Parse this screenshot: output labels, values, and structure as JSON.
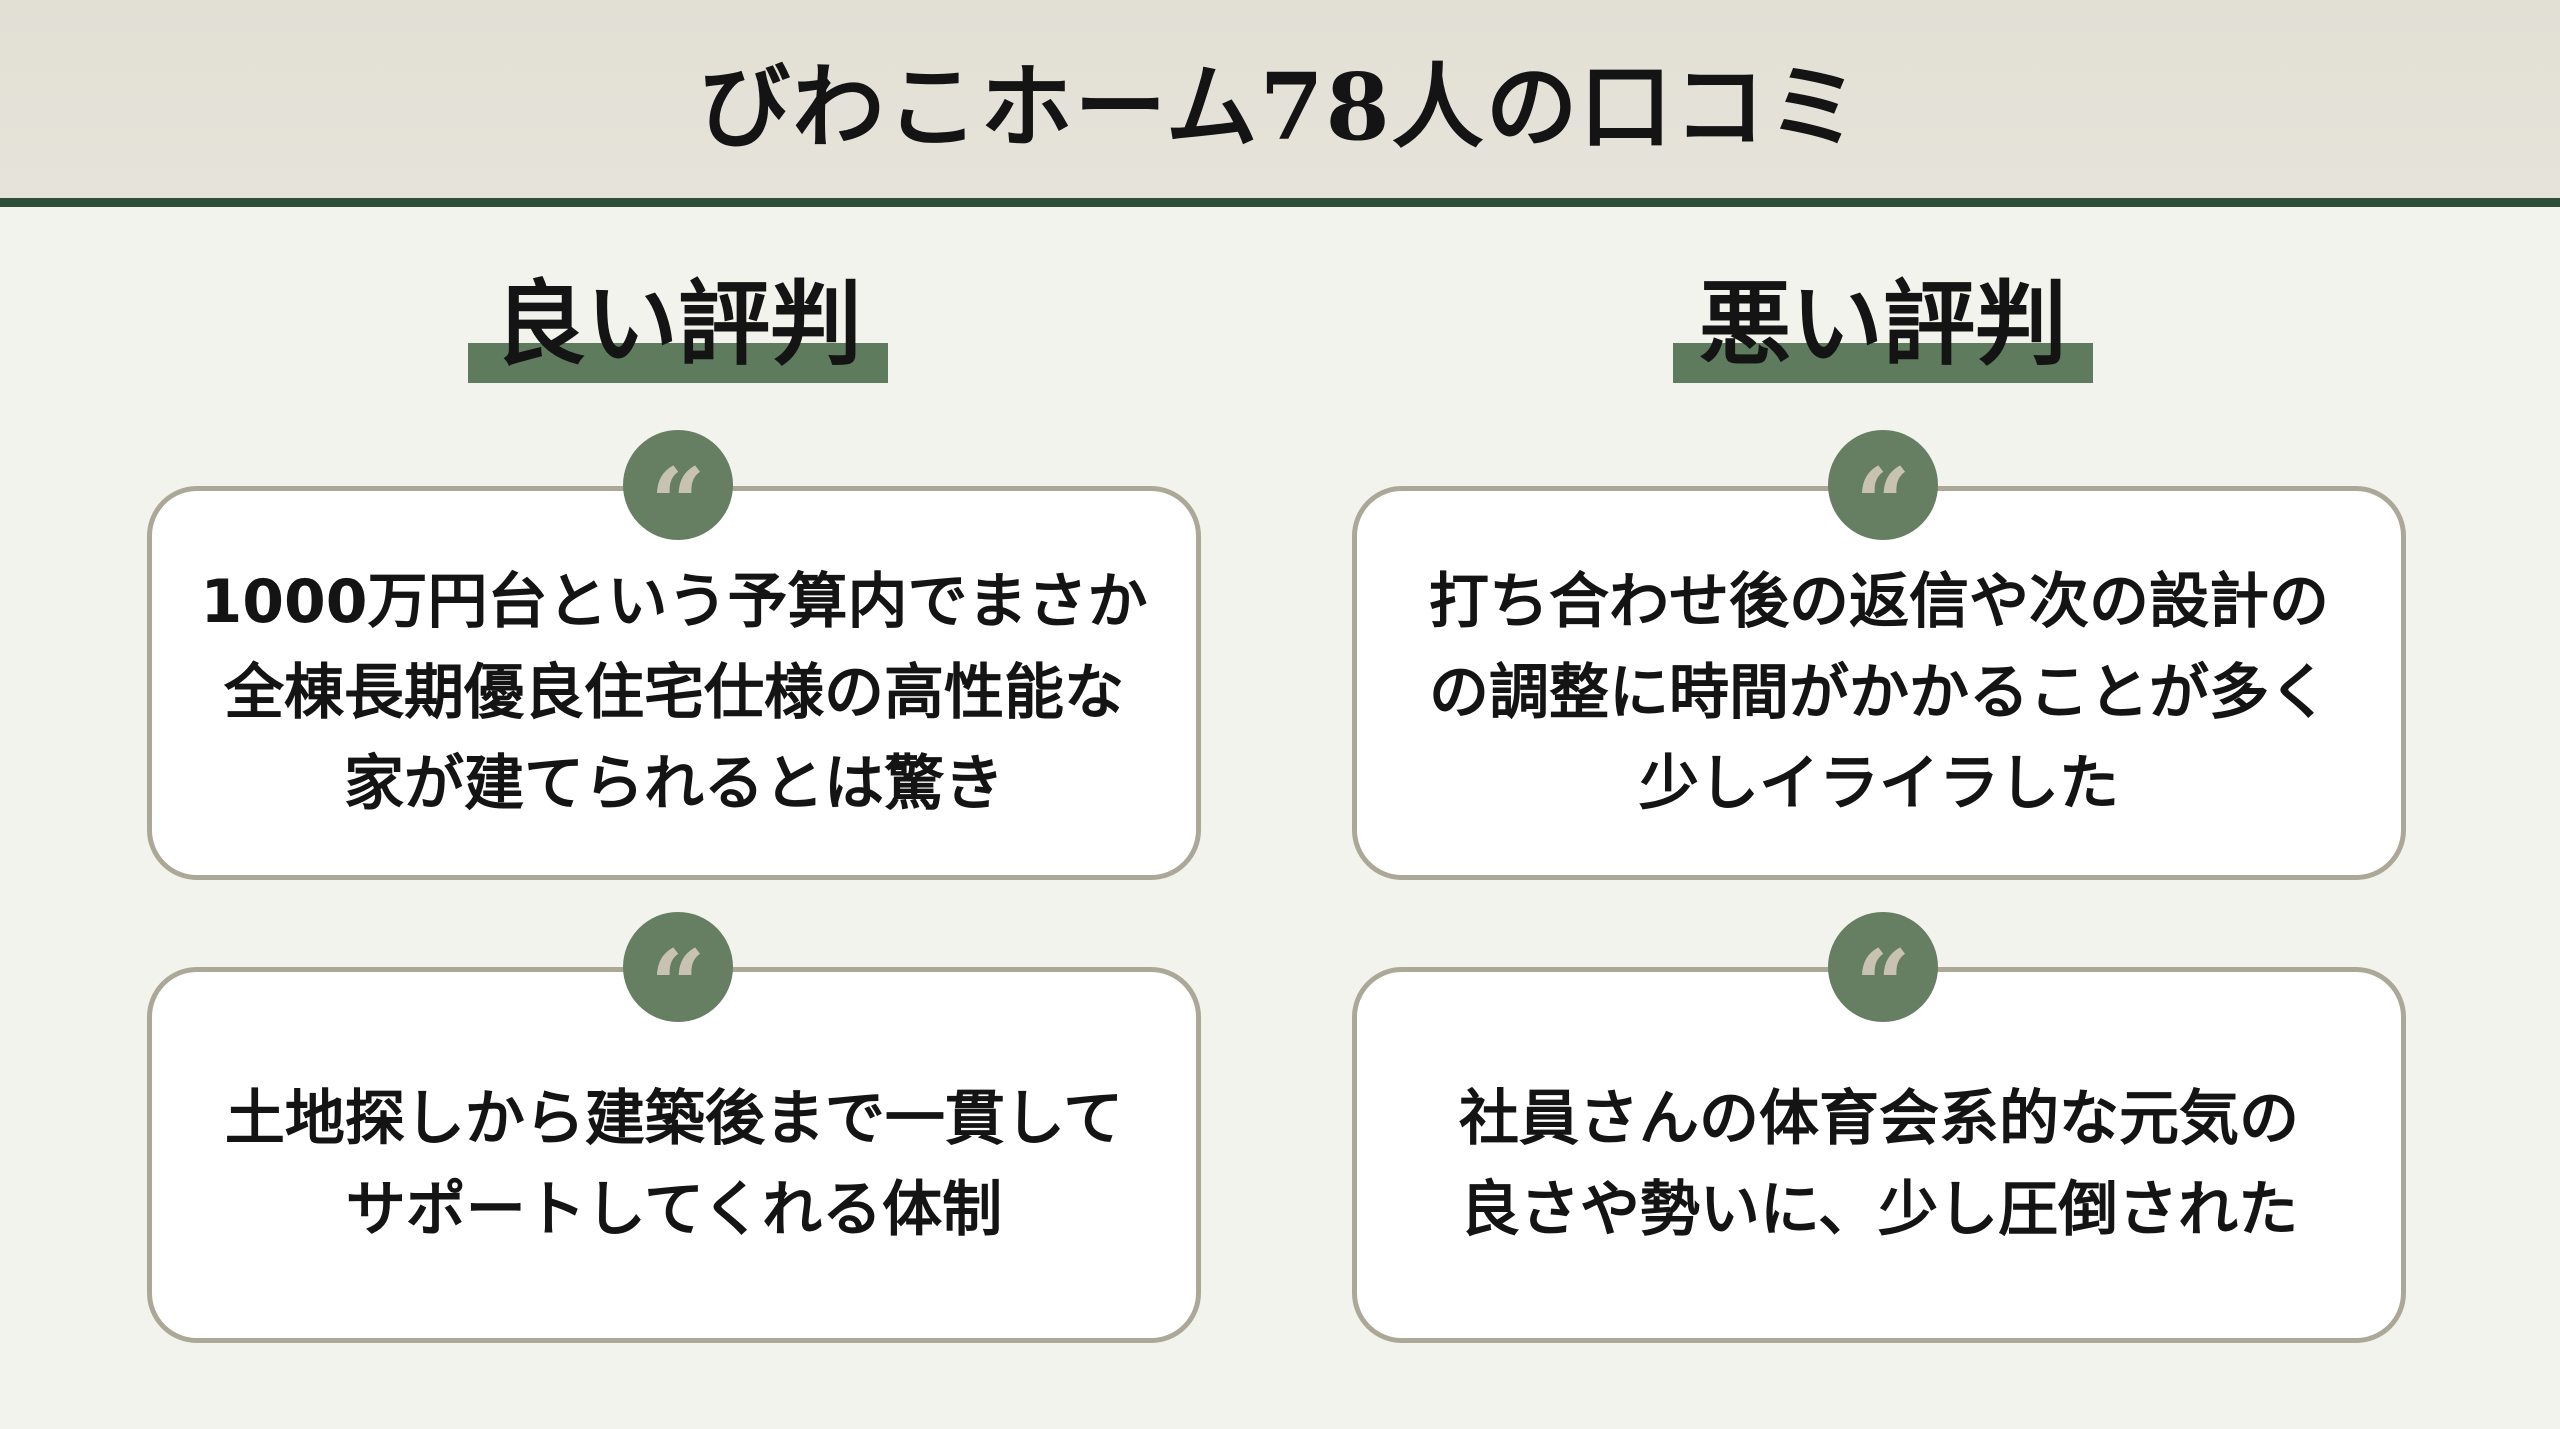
{
  "title": "びわこホーム78人の口コミ",
  "good": {
    "heading": "良い評判",
    "reviews": [
      "1000万円台という予算内でまさか\n全棟長期優良住宅仕様の高性能な\n家が建てられるとは驚き",
      "土地探しから建築後まで一貫して\nサポートしてくれる体制"
    ]
  },
  "bad": {
    "heading": "悪い評判",
    "reviews": [
      "打ち合わせ後の返信や次の設計の\nの調整に時間がかかることが多く\n少しイライラした",
      "社員さんの体育会系的な元気の\n良さや勢いに、少し圧倒された"
    ]
  },
  "quote_glyph": "“",
  "colors": {
    "accent_green": "#5f7b5d",
    "rule_green": "#2e4e38",
    "card_border": "#aba898"
  }
}
